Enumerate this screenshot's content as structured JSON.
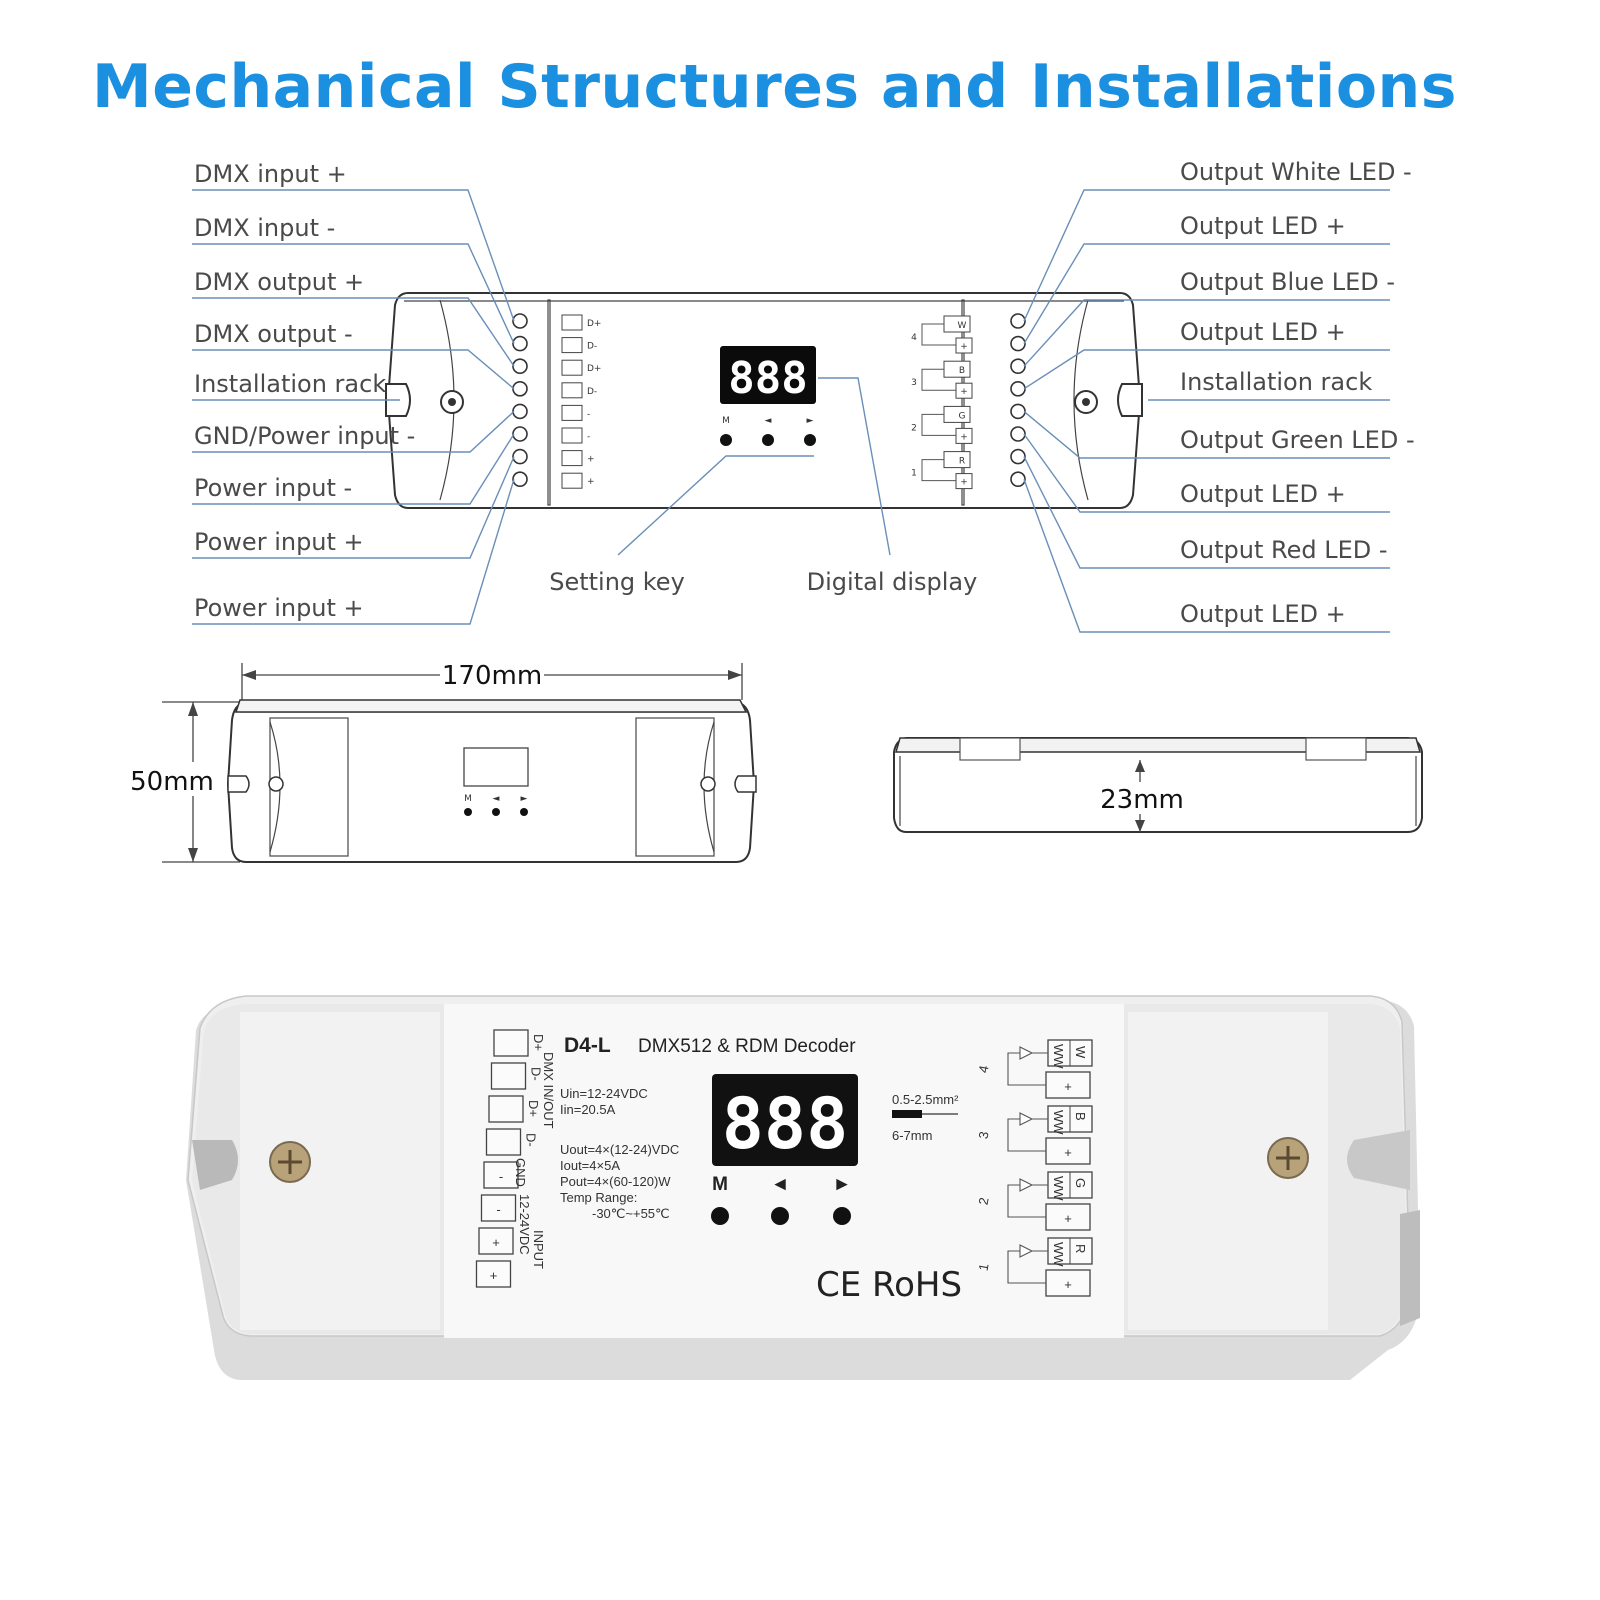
{
  "title": "Mechanical Structures and Installations",
  "left_labels": [
    "DMX input +",
    "DMX input -",
    "DMX output +",
    "DMX output -",
    "Installation rack",
    "GND/Power input -",
    "Power input -",
    "Power input +",
    "Power input +"
  ],
  "right_labels": [
    "Output White LED -",
    "Output LED +",
    "Output Blue LED -",
    "Output LED +",
    "Installation rack",
    "Output Green LED -",
    "Output LED +",
    "Output Red LED -",
    "Output LED +"
  ],
  "callouts": {
    "setting_key": "Setting key",
    "digital_display": "Digital display"
  },
  "display_digits": "888",
  "buttons": [
    "M",
    "◄",
    "►"
  ],
  "dimensions": {
    "length": "170mm",
    "width": "50mm",
    "height": "23mm"
  },
  "terminal_left": [
    "D+",
    "D-",
    "D+",
    "D-",
    "-",
    "-",
    "+",
    "+"
  ],
  "terminal_left_groups": [
    "DMX IN/OUT",
    "GND",
    "INPUT",
    "12-24VDC"
  ],
  "terminal_right": [
    {
      "channel": "4",
      "color": "W",
      "type": "WW"
    },
    {
      "channel": "3",
      "color": "B",
      "type": "WW"
    },
    {
      "channel": "2",
      "color": "G",
      "type": "WW"
    },
    {
      "channel": "1",
      "color": "R",
      "type": "WW"
    }
  ],
  "product": {
    "model": "D4-L",
    "name": "DMX512 & RDM Decoder",
    "specs": [
      "Uin=12-24VDC",
      "Iin=20.5A",
      "Uout=4×(12-24)VDC",
      "Iout=4×5A",
      "Pout=4×(60-120)W",
      "Temp Range:",
      "-30℃~+55℃"
    ],
    "wire_gauge": "0.5-2.5mm²",
    "strip_length": "6-7mm",
    "cert": "CE  RoHS"
  }
}
